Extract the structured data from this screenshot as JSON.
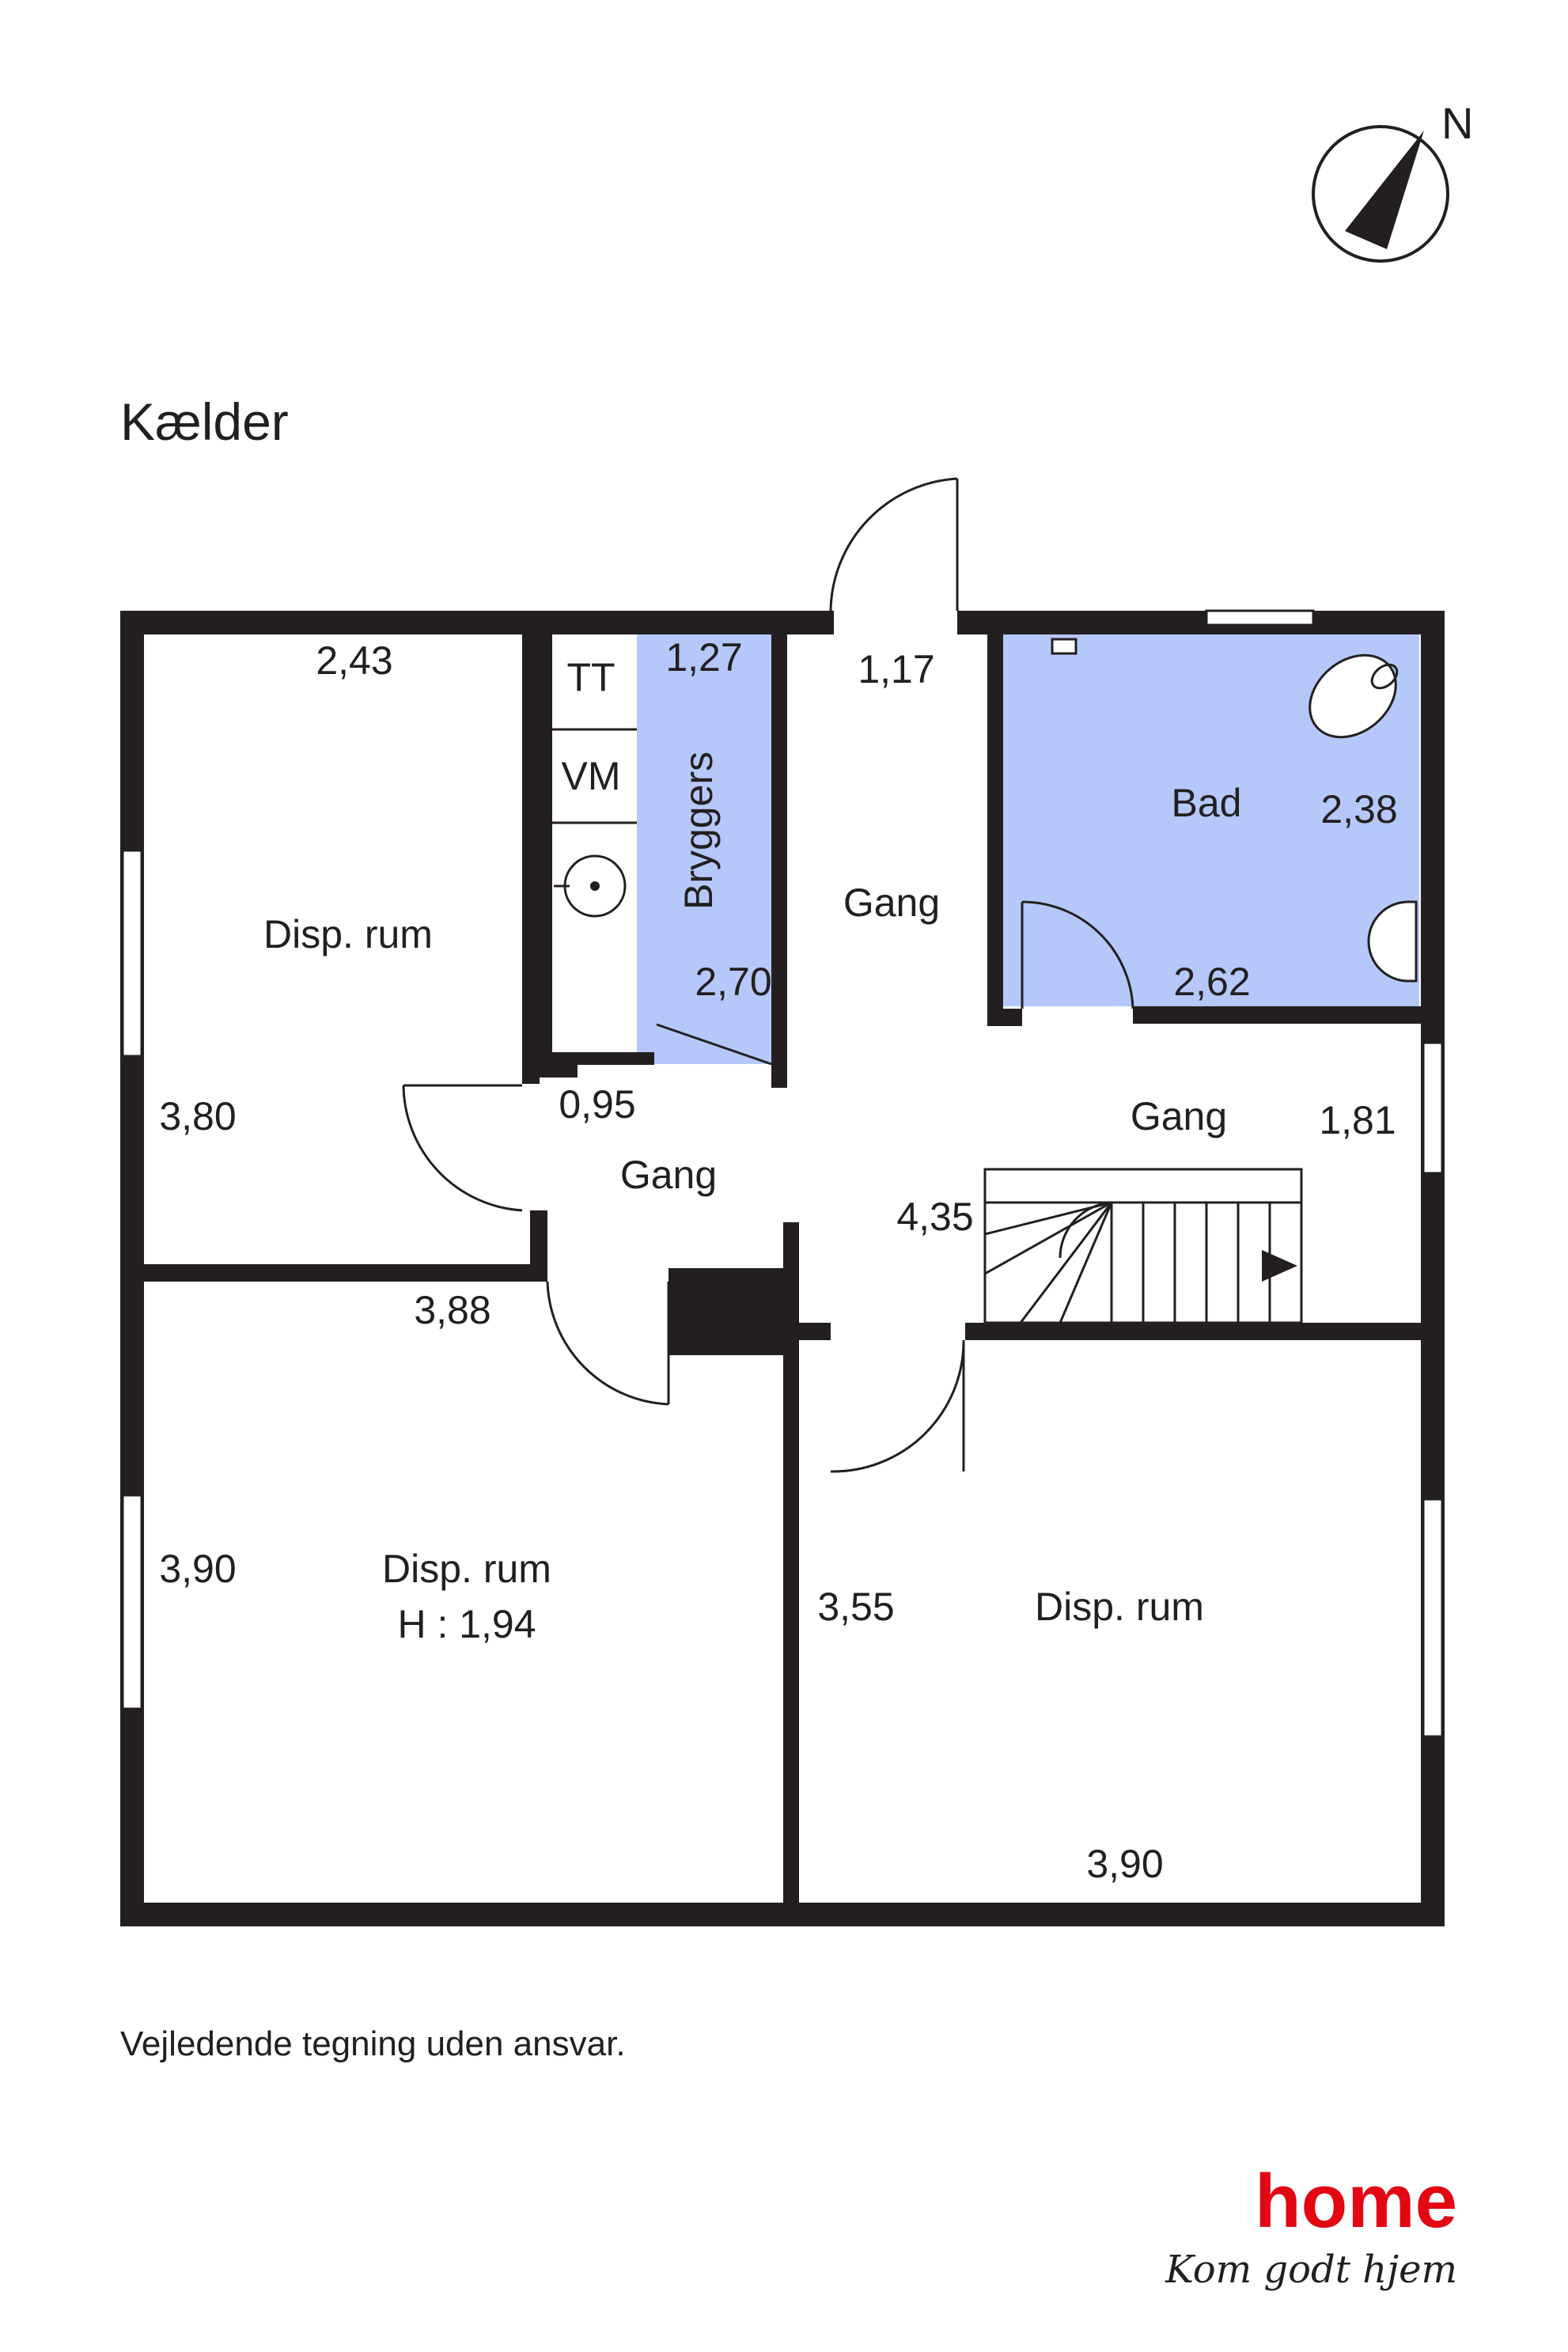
{
  "title": "Kælder",
  "compass": {
    "label": "N"
  },
  "rooms": {
    "disp_rum_1": "Disp. rum",
    "bryggers": "Bryggers",
    "gang_north": "Gang",
    "bad": "Bad",
    "gang_center": "Gang",
    "gang_east": "Gang",
    "disp_rum_2": "Disp. rum",
    "disp_rum_2_height": "H : 1,94",
    "disp_rum_3": "Disp. rum",
    "tt": "TT",
    "vm": "VM"
  },
  "dimensions": {
    "d_2_43": "2,43",
    "d_1_27": "1,27",
    "d_1_17": "1,17",
    "d_2_38": "2,38",
    "d_2_70": "2,70",
    "d_2_62": "2,62",
    "d_3_80": "3,80",
    "d_0_95": "0,95",
    "d_1_81": "1,81",
    "d_4_35": "4,35",
    "d_3_88": "3,88",
    "d_3_90_left": "3,90",
    "d_3_55": "3,55",
    "d_3_90_bottom": "3,90"
  },
  "footer": {
    "disclaimer": "Vejledende tegning uden ansvar."
  },
  "brand": {
    "logo_text": "home",
    "tagline": "Kom godt hjem",
    "color": "#e30613"
  },
  "colors": {
    "wall": "#231f20",
    "wet_room_fill": "#b5c8f9"
  }
}
